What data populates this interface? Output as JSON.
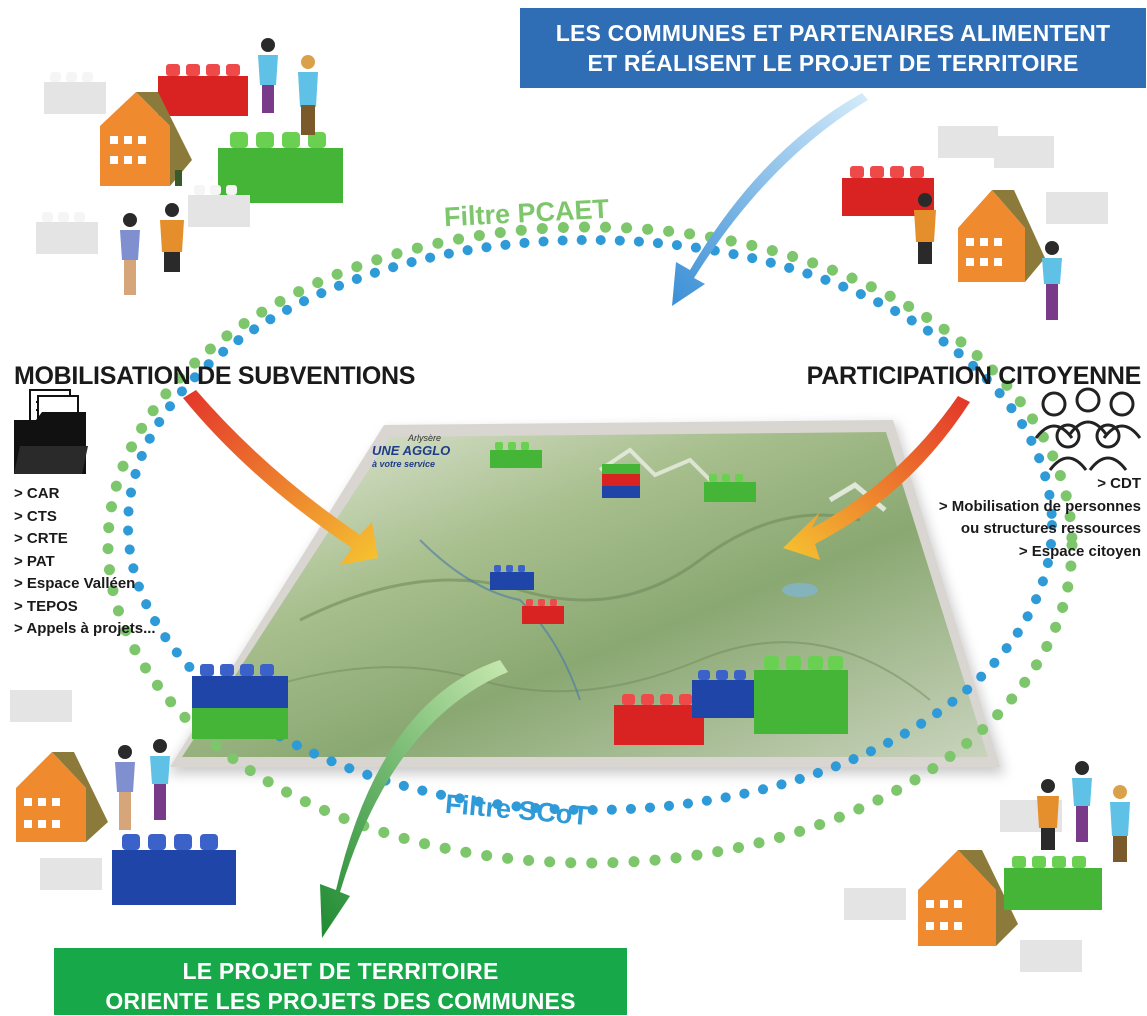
{
  "banners": {
    "top_line1": "LES COMMUNES ET PARTENAIRES ALIMENTENT",
    "top_line2": "ET RÉALISENT LE PROJET DE TERRITOIRE",
    "bottom_line1": "LE PROJET DE TERRITOIRE",
    "bottom_line2": "ORIENTE LES PROJETS DES COMMUNES"
  },
  "filters": {
    "pcaet": "Filtre PCAET",
    "scot": "Filtre SCoT"
  },
  "left": {
    "title": "MOBILISATION DE SUBVENTIONS",
    "icon": "folder-documents-icon",
    "items": [
      "> CAR",
      "> CTS",
      "> CRTE",
      "> PAT",
      "> Espace Valléen",
      "> TEPOS",
      "> Appels à projets..."
    ]
  },
  "right": {
    "title": "PARTICIPATION CITOYENNE",
    "icon": "people-group-icon",
    "items": [
      "> CDT",
      "> Mobilisation de personnes",
      "ou structures ressources",
      "> Espace citoyen"
    ]
  },
  "logo": {
    "brand": "Arlysère",
    "main": "UNE AGGLO",
    "sub": "à votre service"
  },
  "colors": {
    "blue_banner": "#2f6db5",
    "green_banner": "#17a84a",
    "pcaet_green": "#7dc66b",
    "scot_blue": "#2f9ad8",
    "brick_red": "#d92323",
    "brick_green": "#44b536",
    "brick_blue": "#2045a8",
    "house_orange": "#ef8a2e"
  }
}
